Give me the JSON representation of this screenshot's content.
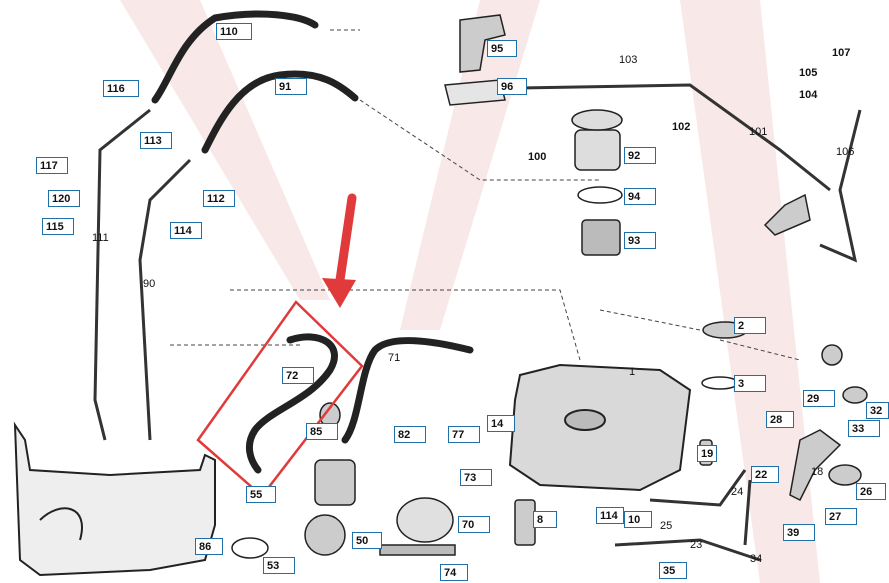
{
  "diagram": {
    "highlight_color": "#e03a3a",
    "callout_color": "#1f6fa8",
    "boxed_labels": [
      "110",
      "91",
      "116",
      "113",
      "117",
      "120",
      "115",
      "112",
      "114",
      "95",
      "96",
      "100",
      "92",
      "94",
      "93",
      "102",
      "105",
      "104",
      "107",
      "2",
      "3",
      "72",
      "85",
      "82",
      "77",
      "14",
      "19",
      "22",
      "28",
      "29",
      "32",
      "33",
      "26",
      "27",
      "39",
      "55",
      "86",
      "53",
      "50",
      "73",
      "70",
      "74",
      "8",
      "114",
      "10",
      "35"
    ],
    "plain_labels": [
      "111",
      "90",
      "103",
      "101",
      "106",
      "71",
      "1",
      "18",
      "24",
      "25",
      "23",
      "34"
    ]
  }
}
